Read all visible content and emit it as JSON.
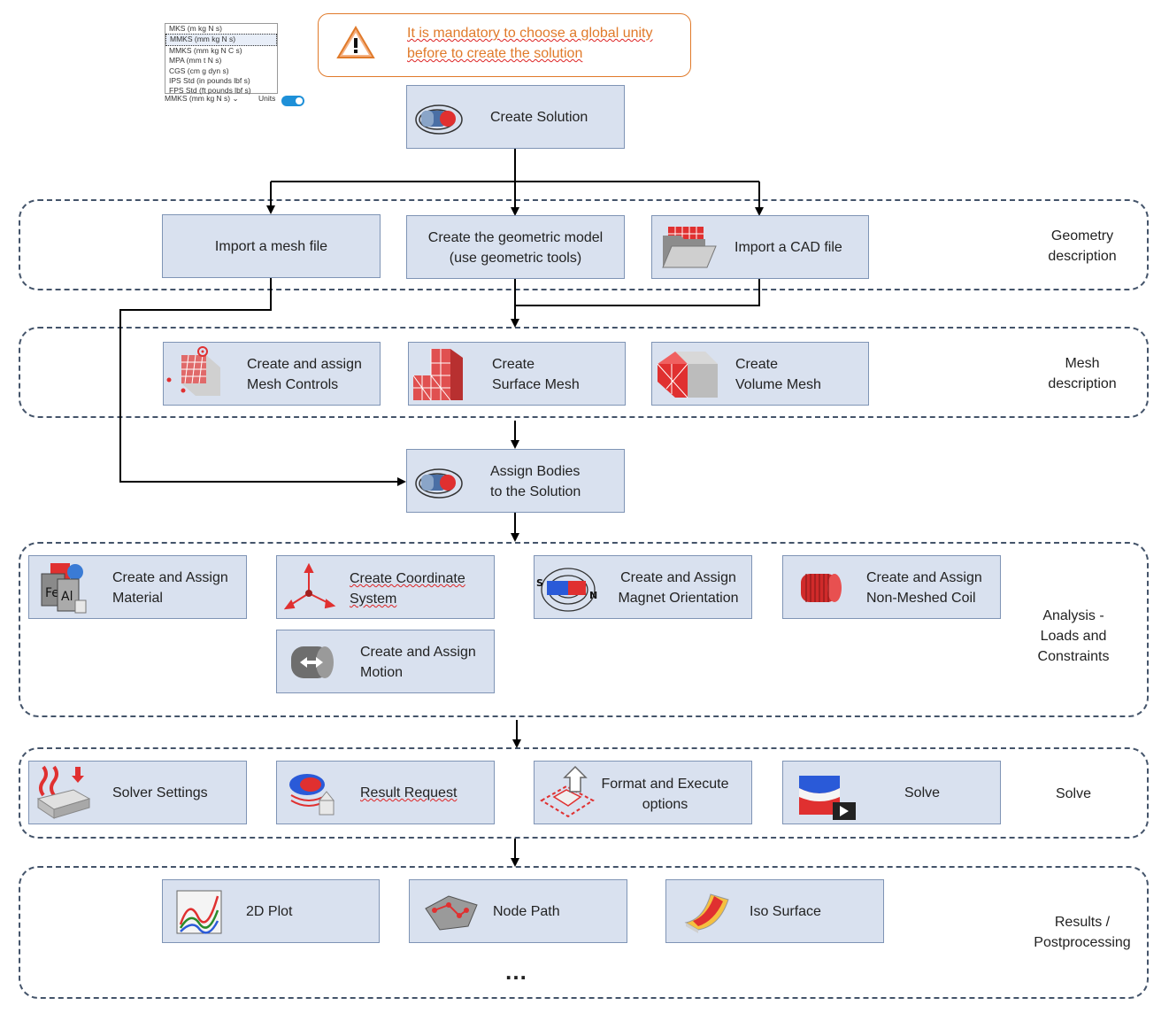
{
  "units_dropdown": {
    "options": [
      "MKS (m kg N s)",
      "MMKS (mm kg N s)",
      "MMKS (mm kg N C s)",
      "MPA (mm t N s)",
      "CGS (cm g dyn s)",
      "IPS Std (in pounds lbf s)",
      "FPS Std (ft pounds lbf s)"
    ],
    "selected": "MMKS (mm kg N s)",
    "toggle_label": "Units"
  },
  "warning": {
    "text": "It is mandatory to choose a global unity\nbefore to create the solution",
    "icon": "warning-triangle-icon",
    "color": "#e07a2a"
  },
  "steps": {
    "create_solution": "Create Solution",
    "import_mesh": "Import a mesh file",
    "create_geometric_model": "Create the geometric model\n(use geometric tools)",
    "import_cad": "Import a CAD file",
    "mesh_controls": "Create and assign\nMesh Controls",
    "surface_mesh": "Create\nSurface Mesh",
    "volume_mesh": "Create\nVolume Mesh",
    "assign_bodies": "Assign Bodies\nto the Solution",
    "material": "Create and Assign\nMaterial",
    "coordinate_system": "Create Coordinate\nSystem",
    "magnet_orientation": "Create and Assign\nMagnet Orientation",
    "non_meshed_coil": "Create and Assign\nNon-Meshed Coil",
    "motion": "Create and Assign\nMotion",
    "solver_settings": "Solver Settings",
    "result_request": "Result Request",
    "format_execute": "Format and Execute\noptions",
    "solve": "Solve",
    "plot_2d": "2D Plot",
    "node_path": "Node Path",
    "iso_surface": "Iso Surface"
  },
  "groups": {
    "geometry": "Geometry\ndescription",
    "mesh": "Mesh\ndescription",
    "analysis": "Analysis -\nLoads and\nConstraints",
    "solve": "Solve",
    "results": "Results /\nPostprocessing"
  },
  "more": "…",
  "colors": {
    "box_fill": "#d9e1ef",
    "box_border": "#7f94b5",
    "group_border": "#44546a",
    "accent_red": "#e03030"
  }
}
